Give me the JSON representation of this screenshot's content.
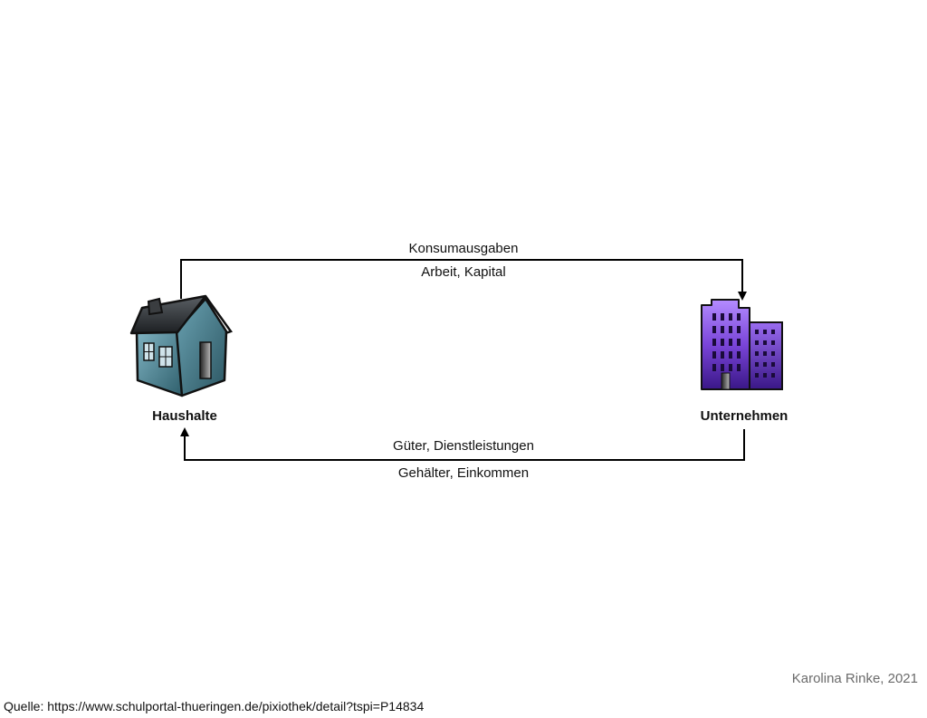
{
  "flows": {
    "top_upper": "Konsumausgaben",
    "top_lower": "Arbeit, Kapital",
    "bottom_upper": "Güter, Dienstleistungen",
    "bottom_lower": "Gehälter, Einkommen"
  },
  "nodes": {
    "households": {
      "label": "Haushalte",
      "icon": "house-icon"
    },
    "companies": {
      "label": "Unternehmen",
      "icon": "office-building-icon"
    }
  },
  "credit": "Karolina Rinke, 2021",
  "source": "Quelle: https://www.schulportal-thueringen.de/pixiothek/detail?tspi=P14834",
  "colors": {
    "house_wall": "#4e7f8c",
    "house_roof": "#2b2f33",
    "building": "#7a45d9",
    "line": "#000000"
  }
}
